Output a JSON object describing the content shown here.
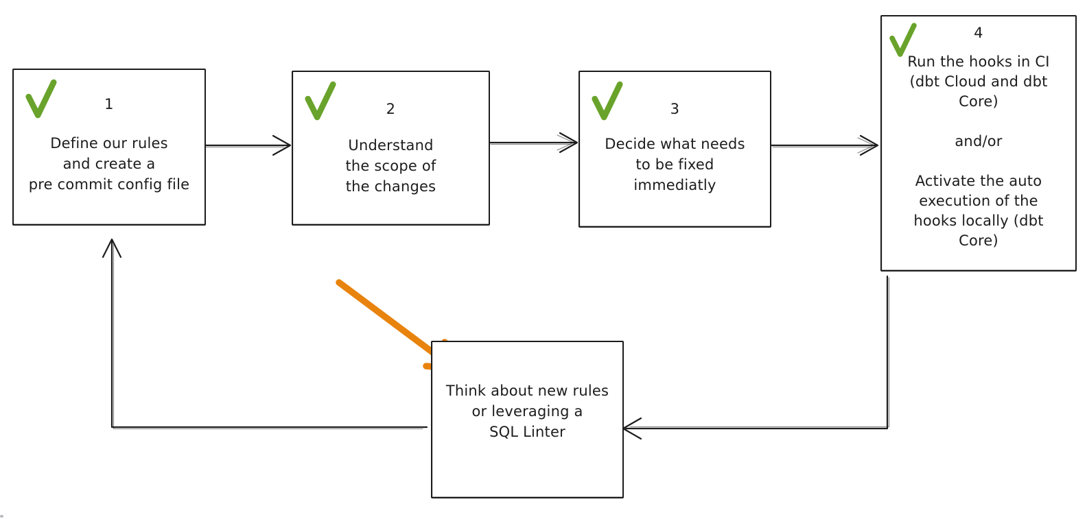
{
  "colors": {
    "background": "#ffffff",
    "ink": "#1c1c1c",
    "check": "#69a32b",
    "accent": "#e8830d"
  },
  "icons": {
    "checkmark": "check-icon",
    "flow_arrow": "arrow-icon",
    "highlight_arrow": "orange-arrow-icon"
  },
  "diagram": {
    "type": "flowchart",
    "steps": [
      {
        "number": "1",
        "checked": true,
        "lines": [
          "Define our rules",
          "and create a",
          "pre commit config file"
        ]
      },
      {
        "number": "2",
        "checked": true,
        "lines": [
          "Understand",
          "the scope of",
          "the changes"
        ]
      },
      {
        "number": "3",
        "checked": true,
        "lines": [
          "Decide what needs",
          "to be fixed",
          "immediatly"
        ]
      },
      {
        "number": "4",
        "checked": true,
        "lines": [
          "Run the hooks in CI",
          "(dbt Cloud and dbt",
          "Core)",
          "",
          "and/or",
          "",
          "Activate the auto",
          "execution of the",
          "hooks locally (dbt",
          "Core)"
        ]
      },
      {
        "number": "",
        "checked": false,
        "lines": [
          "Think about new rules",
          "or leveraging a",
          "SQL Linter"
        ]
      }
    ],
    "connections": [
      "step-1 to step-2",
      "step-2 to step-3",
      "step-3 to step-4",
      "step-4 down-left to loop-node",
      "loop-node left-up to step-1",
      "orange highlight arrow into loop-node"
    ]
  }
}
